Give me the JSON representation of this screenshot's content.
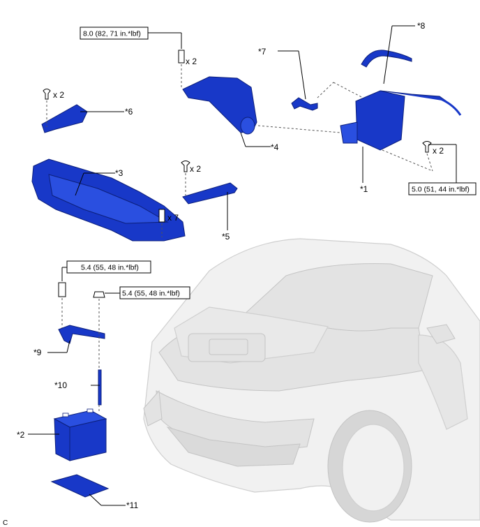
{
  "torque_specs": {
    "t1": "8.0 (82, 71 in.*lbf)",
    "t2": "5.0 (51, 44 in.*lbf)",
    "t3": "5.4 (55, 48 in.*lbf)",
    "t4": "5.4 (55, 48 in.*lbf)"
  },
  "quantities": {
    "q1": "x 2",
    "q2": "x 2",
    "q3": "x 2",
    "q4": "x 2",
    "q5": "x 7"
  },
  "callouts": {
    "c1": "*1",
    "c2": "*2",
    "c3": "*3",
    "c4": "*4",
    "c5": "*5",
    "c6": "*6",
    "c7": "*7",
    "c8": "*8",
    "c9": "*9",
    "c10": "*10",
    "c11": "*11"
  },
  "corner_mark": "C",
  "colors": {
    "part_blue": "#1838c8",
    "car_grey": "#f1f1f1"
  }
}
